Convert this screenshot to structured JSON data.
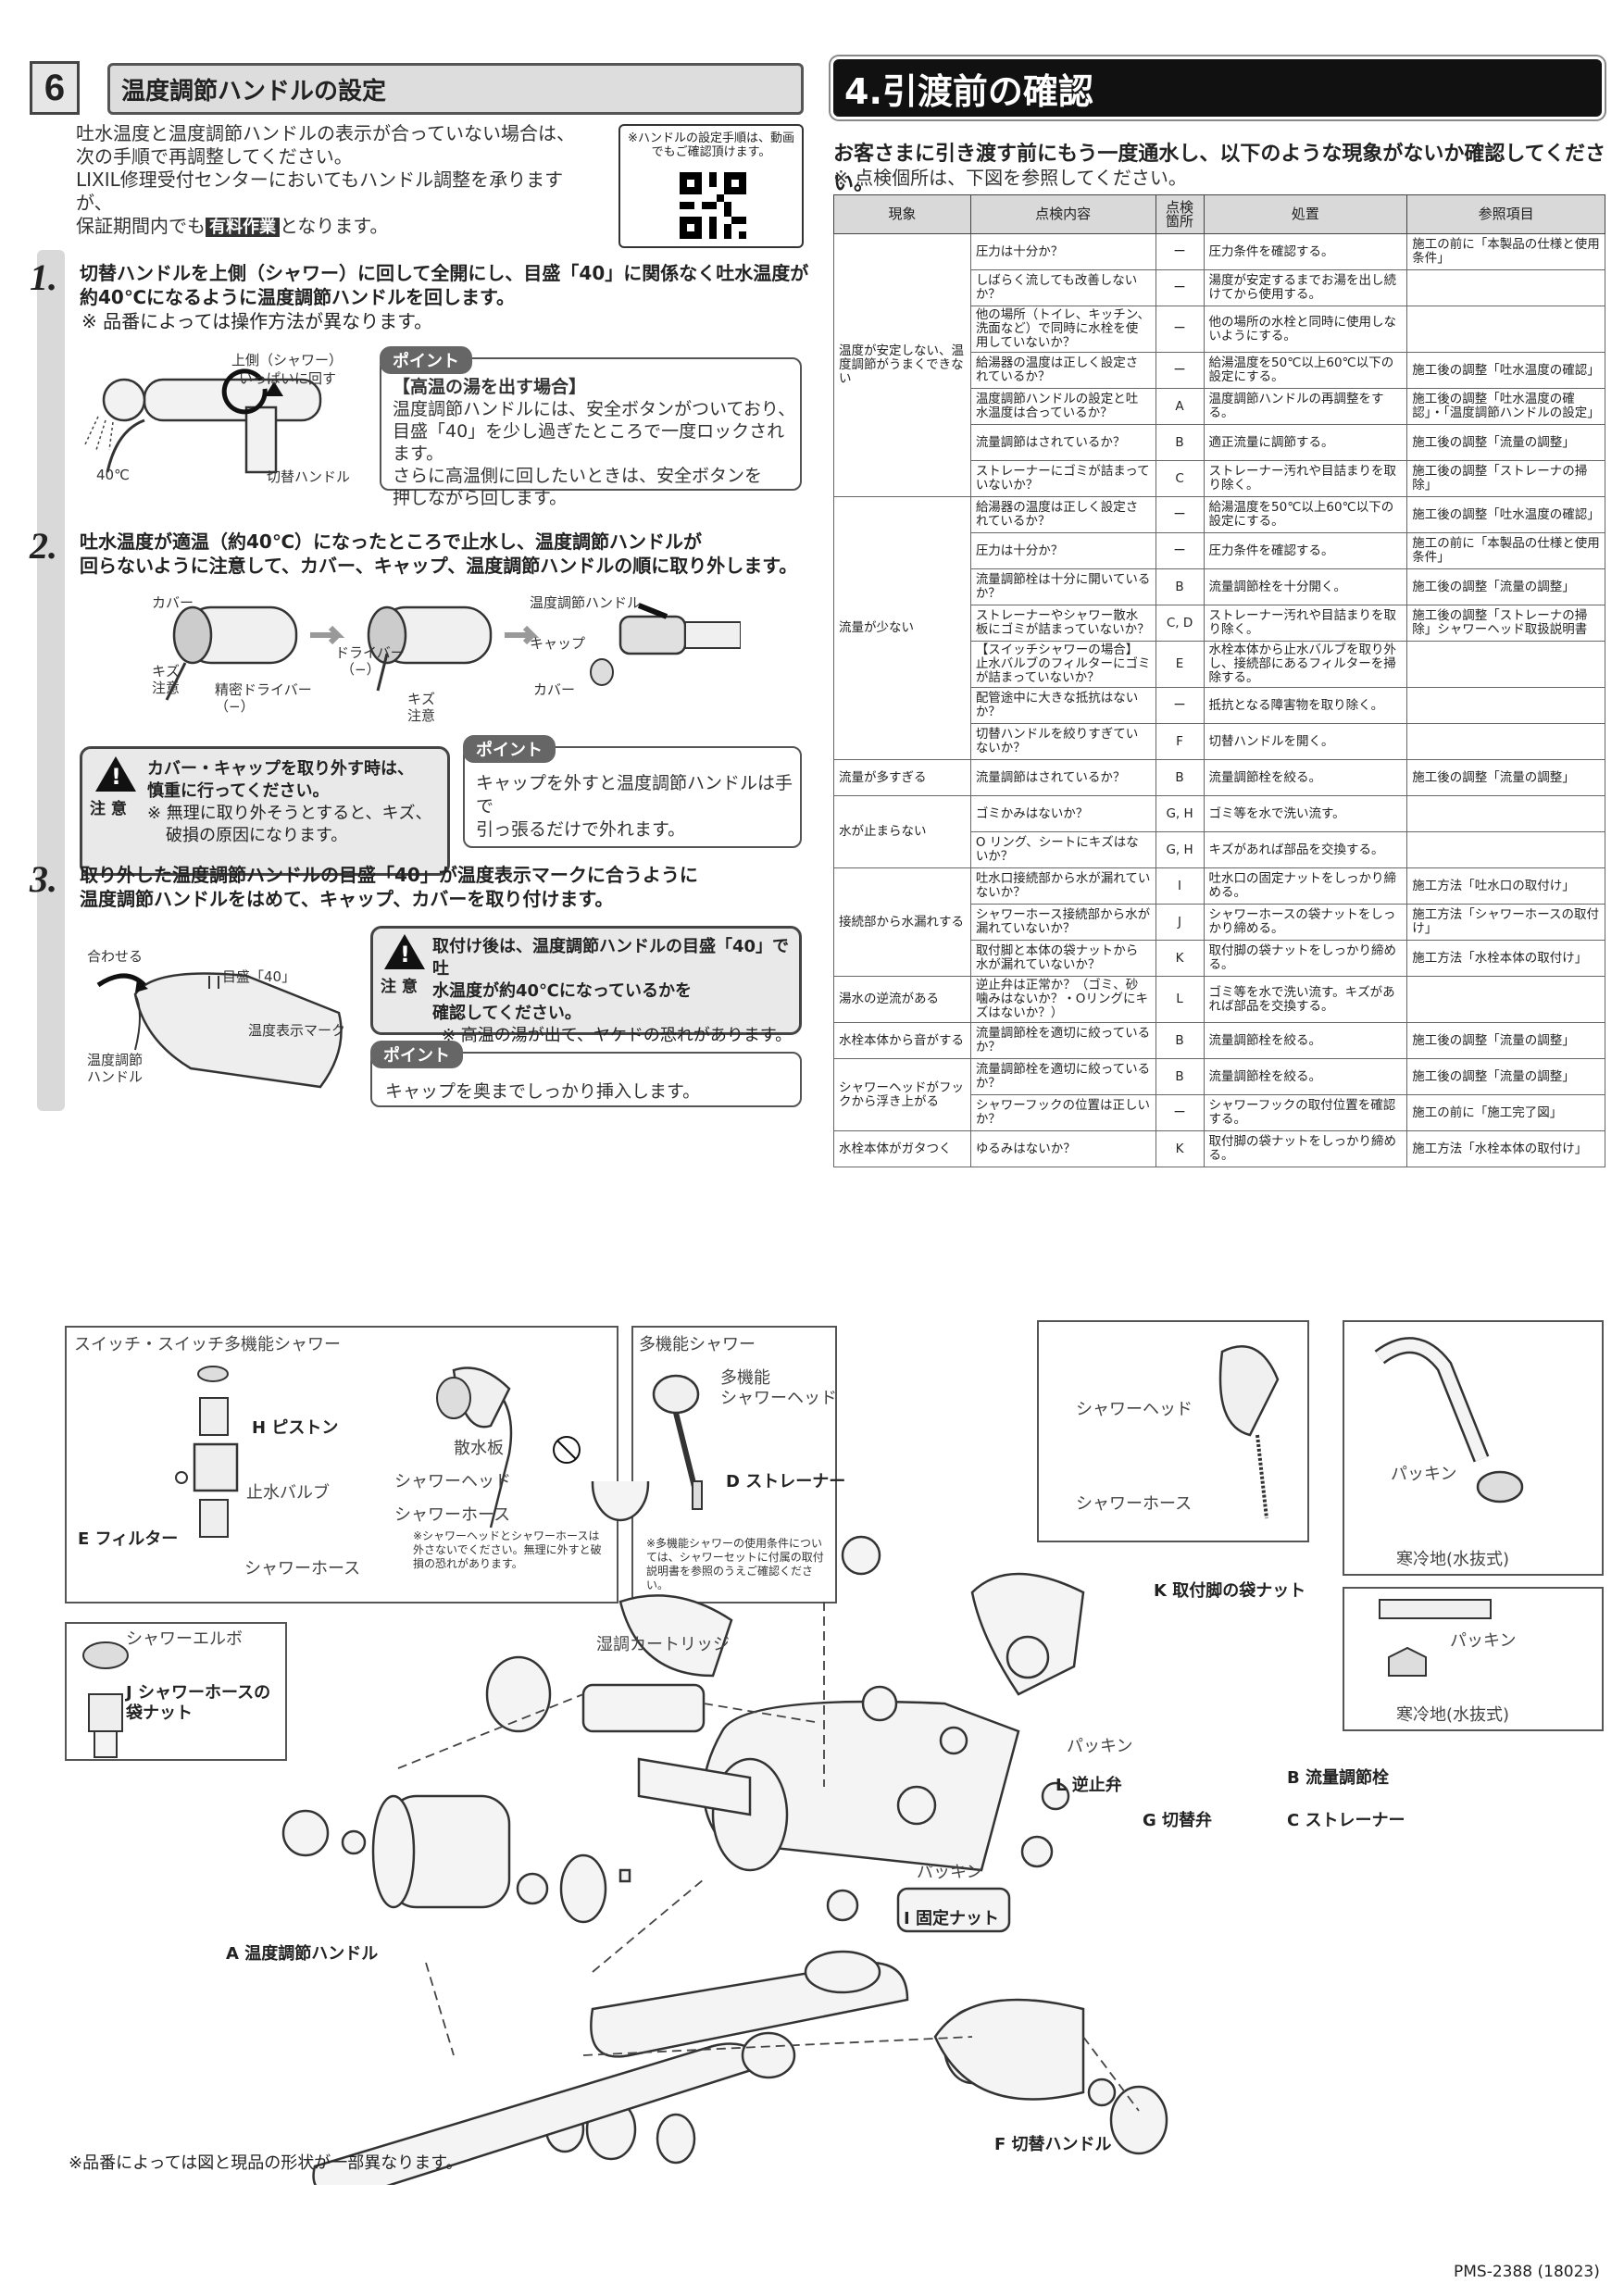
{
  "section6": {
    "number": "6",
    "title": "温度調節ハンドルの設定",
    "intro_lines": [
      "吐水温度と温度調節ハンドルの表示が合っていない場合は、",
      "次の手順で再調整してください。",
      "LIXIL修理受付センターにおいてもハンドル調整を承りますが、"
    ],
    "intro_last_prefix": "保証期間内でも",
    "intro_tag": "有料作業",
    "intro_last_suffix": "となります。",
    "qr_note": "※ハンドルの設定手順は、動画でもご確認頂けます。",
    "steps": [
      {
        "num": "1.",
        "lines": [
          "切替ハンドルを上側（シャワー）に回して全開にし、目盛「40」に関係なく吐水温度が",
          "約40℃になるように温度調節ハンドルを回します。"
        ],
        "note": "※ 品番によっては操作方法が異なります。"
      },
      {
        "num": "2.",
        "lines": [
          "吐水温度が適温（約40℃）になったところで止水し、温度調節ハンドルが",
          "回らないように注意して、カバー、キャップ、温度調節ハンドルの順に取り外します。"
        ],
        "note": ""
      },
      {
        "num": "3.",
        "lines": [
          "取り外した温度調節ハンドルの目盛「40」が温度表示マークに合うように",
          "温度調節ハンドルをはめて、キャップ、カバーを取り付けます。"
        ],
        "note": ""
      }
    ],
    "fig1": {
      "upper": "上側（シャワー）",
      "upper2": "いっぱいに回す",
      "temp": "40℃",
      "handle": "切替ハンドル"
    },
    "point1": {
      "label": "ポイント",
      "heading": "【高温の湯を出す場合】",
      "lines": [
        "温度調節ハンドルには、安全ボタンがついており、",
        "目盛「40」を少し過ぎたところで一度ロックされます。",
        "さらに高温側に回したいときは、安全ボタンを",
        "押しながら回します。"
      ]
    },
    "fig2": {
      "cover": "カバー",
      "kizu": "キズ",
      "chui": "注意",
      "driver": "精密ドライバー",
      "minus": "（−）",
      "driver2": "ドライバー",
      "minus2": "（−）",
      "kizu2": "キズ",
      "chui2": "注意",
      "cap": "キャップ",
      "handle": "温度調節ハンドル",
      "cover2": "カバー"
    },
    "caution1": {
      "label": "注 意",
      "lines": [
        "カバー・キャップを取り外す時は、",
        "慎重に行ってください。"
      ],
      "note": [
        "※ 無理に取り外そうとすると、キズ、",
        "破損の原因になります。"
      ]
    },
    "point2": {
      "label": "ポイント",
      "lines": [
        "キャップを外すと温度調節ハンドルは手で",
        "引っ張るだけで外れます。"
      ]
    },
    "fig3": {
      "align": "合わせる",
      "scale": "目盛「40」",
      "mark": "温度表示マーク",
      "handle1": "温度調節",
      "handle2": "ハンドル"
    },
    "caution2": {
      "label": "注 意",
      "lines": [
        "取付け後は、温度調節ハンドルの目盛「40」で吐",
        "水温度が約40℃になっているかを",
        "確認してください。"
      ],
      "note": "※ 高温の湯が出て、ヤケドの恐れがあります。"
    },
    "point3": {
      "label": "ポイント",
      "text": "キャップを奥までしっかり挿入します。"
    }
  },
  "section4": {
    "title": "4.引渡前の確認",
    "lead": "お客さまに引き渡す前にもう一度通水し、以下のような現象がないか確認してください。",
    "note": "※ 点検個所は、下図を参照してください。",
    "headers": [
      "現象",
      "点検内容",
      "点検箇所",
      "処置",
      "参照項目"
    ],
    "groups": [
      {
        "phenomenon": "温度が安定しない、温度調節がうまくできない",
        "rows": [
          {
            "check": "圧力は十分か？",
            "part": "ー",
            "action": "圧力条件を確認する。",
            "ref": "施工の前に「本製品の仕様と使用条件」"
          },
          {
            "check": "しばらく流しても改善しないか？",
            "part": "ー",
            "action": "湯度が安定するまでお湯を出し続けてから使用する。",
            "ref": ""
          },
          {
            "check": "他の場所（トイレ、キッチン、洗面など）で同時に水栓を使用していないか？",
            "part": "ー",
            "action": "他の場所の水栓と同時に使用しないようにする。",
            "ref": ""
          },
          {
            "check": "給湯器の温度は正しく設定されているか？",
            "part": "ー",
            "action": "給湯温度を50℃以上60℃以下の設定にする。",
            "ref": "施工後の調整「吐水温度の確認」"
          },
          {
            "check": "温度調節ハンドルの設定と吐水温度は合っているか？",
            "part": "A",
            "action": "温度調節ハンドルの再調整をする。",
            "ref": "施工後の調整「吐水温度の確認」・「温度調節ハンドルの設定」"
          },
          {
            "check": "流量調節はされているか？",
            "part": "B",
            "action": "適正流量に調節する。",
            "ref": "施工後の調整「流量の調整」"
          },
          {
            "check": "ストレーナーにゴミが詰まっていないか？",
            "part": "C",
            "action": "ストレーナー汚れや目詰まりを取り除く。",
            "ref": "施工後の調整「ストレーナの掃除」"
          }
        ]
      },
      {
        "phenomenon": "流量が少ない",
        "rows": [
          {
            "check": "給湯器の温度は正しく設定されているか？",
            "part": "ー",
            "action": "給湯温度を50℃以上60℃以下の設定にする。",
            "ref": "施工後の調整「吐水温度の確認」"
          },
          {
            "check": "圧力は十分か？",
            "part": "ー",
            "action": "圧力条件を確認する。",
            "ref": "施工の前に「本製品の仕様と使用条件」"
          },
          {
            "check": "流量調節栓は十分に開いているか？",
            "part": "B",
            "action": "流量調節栓を十分開く。",
            "ref": "施工後の調整「流量の調整」"
          },
          {
            "check": "ストレーナーやシャワー散水板にゴミが詰まっていないか？",
            "part": "C, D",
            "action": "ストレーナー汚れや目詰まりを取り除く。",
            "ref": "施工後の調整「ストレーナの掃除」シャワーヘッド取扱説明書"
          },
          {
            "check": "【スイッチシャワーの場合】止水バルブのフィルターにゴミが詰まっていないか？",
            "part": "E",
            "action": "水栓本体から止水バルブを取り外し、接続部にあるフィルターを掃除する。",
            "ref": ""
          },
          {
            "check": "配管途中に大きな抵抗はないか？",
            "part": "ー",
            "action": "抵抗となる障害物を取り除く。",
            "ref": ""
          },
          {
            "check": "切替ハンドルを絞りすぎていないか？",
            "part": "F",
            "action": "切替ハンドルを開く。",
            "ref": ""
          }
        ]
      },
      {
        "phenomenon": "流量が多すぎる",
        "rows": [
          {
            "check": "流量調節はされているか？",
            "part": "B",
            "action": "流量調節栓を絞る。",
            "ref": "施工後の調整「流量の調整」"
          }
        ]
      },
      {
        "phenomenon": "水が止まらない",
        "rows": [
          {
            "check": "ゴミかみはないか？",
            "part": "G, H",
            "action": "ゴミ等を水で洗い流す。",
            "ref": ""
          },
          {
            "check": "O リング、シートにキズはないか？",
            "part": "G, H",
            "action": "キズがあれば部品を交換する。",
            "ref": ""
          }
        ]
      },
      {
        "phenomenon": "接続部から水漏れする",
        "rows": [
          {
            "check": "吐水口接続部から水が漏れていないか？",
            "part": "I",
            "action": "吐水口の固定ナットをしっかり締める。",
            "ref": "施工方法「吐水口の取付け」"
          },
          {
            "check": "シャワーホース接続部から水が漏れていないか？",
            "part": "J",
            "action": "シャワーホースの袋ナットをしっかり締める。",
            "ref": "施工方法「シャワーホースの取付け」"
          },
          {
            "check": "取付脚と本体の袋ナットから水が漏れていないか？",
            "part": "K",
            "action": "取付脚の袋ナットをしっかり締める。",
            "ref": "施工方法「水栓本体の取付け」"
          }
        ]
      },
      {
        "phenomenon": "湯水の逆流がある",
        "rows": [
          {
            "check": "逆止弁は正常か？（ゴミ、砂噛みはないか？・Oリングにキズはないか？）",
            "part": "L",
            "action": "ゴミ等を水で洗い流す。キズがあれば部品を交換する。",
            "ref": ""
          }
        ]
      },
      {
        "phenomenon": "水栓本体から音がする",
        "rows": [
          {
            "check": "流量調節栓を適切に絞っているか？",
            "part": "B",
            "action": "流量調節栓を絞る。",
            "ref": "施工後の調整「流量の調整」"
          }
        ]
      },
      {
        "phenomenon": "シャワーヘッドがフックから浮き上がる",
        "rows": [
          {
            "check": "流量調節栓を適切に絞っているか？",
            "part": "B",
            "action": "流量調節栓を絞る。",
            "ref": "施工後の調整「流量の調整」"
          },
          {
            "check": "シャワーフックの位置は正しいか？",
            "part": "ー",
            "action": "シャワーフックの取付位置を確認する。",
            "ref": "施工の前に「施工完了図」"
          }
        ]
      },
      {
        "phenomenon": "水栓本体がガタつく",
        "rows": [
          {
            "check": "ゆるみはないか？",
            "part": "K",
            "action": "取付脚の袋ナットをしっかり締める。",
            "ref": "施工方法「水栓本体の取付け」"
          }
        ]
      }
    ]
  },
  "diagram": {
    "box_switch_title": "スイッチ・スイッチ多機能シャワー",
    "piston": "H ピストン",
    "stop_valve": "止水バルブ",
    "filter": "E フィルター",
    "shower_hose1": "シャワーホース",
    "sansui": "散水板",
    "shower_head1": "シャワーヘッド",
    "shower_hose2": "シャワーホース",
    "switch_note": "※シャワーヘッドとシャワーホースは外さないでください。無理に外すと破損の恐れがあります。",
    "box_multi_title": "多機能シャワー",
    "multi_head1": "多機能",
    "multi_head2": "シャワーヘッド",
    "d_strainer": "D ストレーナー",
    "multi_note": "※多機能シャワーの使用条件については、シャワーセットに付属の取付説明書を参照のうえご確認ください。",
    "box_head_hose_head": "シャワーヘッド",
    "box_head_hose_hose": "シャワーホース",
    "packing1": "パッキン",
    "cold1": "寒冷地(水抜式)",
    "packing2": "パッキン",
    "cold2": "寒冷地(水抜式)",
    "elbow": "シャワーエルボ",
    "j_nut1": "J シャワーホースの",
    "j_nut2": "袋ナット",
    "cartridge": "湿調カートリッジ",
    "k_nut": "K 取付脚の袋ナット",
    "packing3": "パッキン",
    "l_check": "L 逆止弁",
    "b_flow": "B 流量調節栓",
    "g_switch": "G 切替弁",
    "c_strainer": "C ストレーナー",
    "packing4": "パッキン",
    "i_nut": "I 固定ナット",
    "a_handle": "A 温度調節ハンドル",
    "f_handle": "F 切替ハンドル"
  },
  "footnote": "※品番によっては図と現品の形状が一部異なります。",
  "docnum": "PMS-2388 (18023)"
}
